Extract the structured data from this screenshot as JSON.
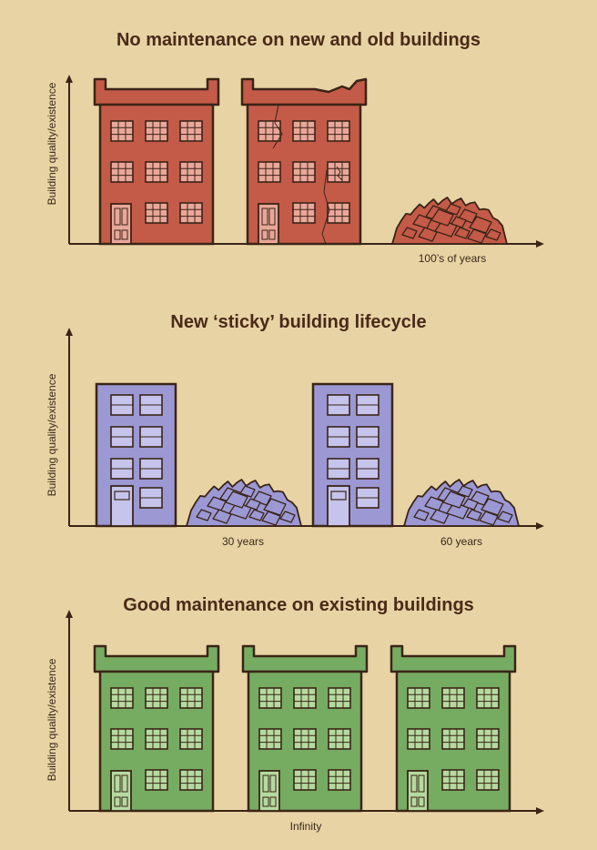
{
  "colors": {
    "background": "#e7d3a4",
    "outline": "#3a2416",
    "old_building": "#c45a48",
    "old_window": "#e9a79a",
    "sticky_building": "#9b98d4",
    "sticky_window": "#c6c4ec",
    "good_building": "#76ac62",
    "good_window": "#b5daa0"
  },
  "panels": [
    {
      "id": "no-maintenance",
      "title": "No maintenance on new and old buildings",
      "ylabel": "Building quality/existence",
      "xlabels": [
        "100’s of years"
      ],
      "sequence": [
        "old-building-intact",
        "old-building-cracked",
        "rubble-pile"
      ]
    },
    {
      "id": "sticky-lifecycle",
      "title": "New ‘sticky’ building lifecycle",
      "ylabel": "Building quality/existence",
      "xlabels": [
        "30 years",
        "60 years"
      ],
      "sequence": [
        "modern-building",
        "rubble-pile",
        "modern-building",
        "rubble-pile"
      ]
    },
    {
      "id": "good-maintenance",
      "title": "Good maintenance on existing buildings",
      "ylabel": "Building quality/existence",
      "xlabels": [
        "Infinity"
      ],
      "sequence": [
        "old-building-maintained",
        "old-building-maintained",
        "old-building-maintained"
      ]
    }
  ]
}
